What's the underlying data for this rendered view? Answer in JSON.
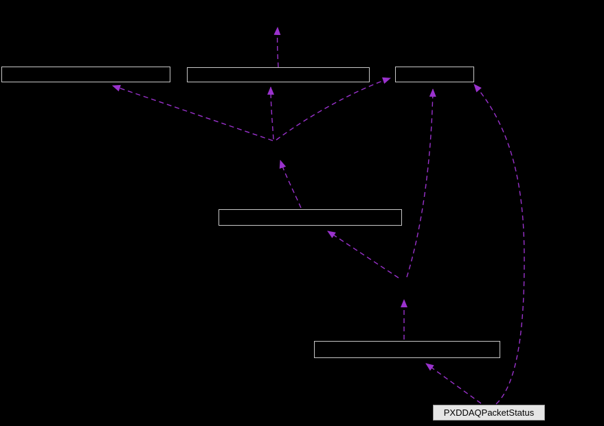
{
  "diagram": {
    "type": "collaboration-graph",
    "background_color": "#000000",
    "edge_color": "#9A32CD",
    "edge_style": "dashed",
    "node_border_color": "#C8C8C8",
    "labeled_node_fill": "#E5E5E5",
    "labeled_node_text_color": "#000000",
    "nodes": [
      {
        "id": "node-top-left",
        "label": ""
      },
      {
        "id": "node-top-middle",
        "label": ""
      },
      {
        "id": "node-top-right",
        "label": ""
      },
      {
        "id": "node-middle",
        "label": ""
      },
      {
        "id": "node-lower",
        "label": ""
      },
      {
        "id": "node-packetstatus",
        "label": "PXDDAQPacketStatus"
      }
    ]
  }
}
